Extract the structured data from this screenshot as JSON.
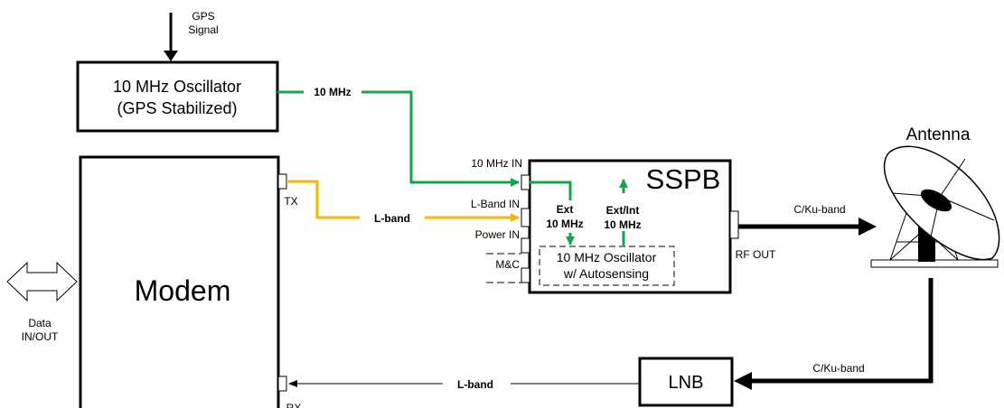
{
  "gps": {
    "label_line1": "GPS",
    "label_line2": "Signal"
  },
  "ref_osc": {
    "line1": "10 MHz Oscillator",
    "line2": "(GPS Stabilized)"
  },
  "ref_link": {
    "label": "10 MHz"
  },
  "modem": {
    "title": "Modem",
    "tx_label": "TX",
    "rx_label": "RX"
  },
  "data_io": {
    "line1": "Data",
    "line2": "IN/OUT"
  },
  "tx_link": {
    "label": "L-band"
  },
  "rx_link": {
    "label": "L-band"
  },
  "sspb": {
    "title": "SSPB",
    "ports": {
      "ref_in": "10 MHz IN",
      "lband_in": "L-Band IN",
      "power_in": "Power IN",
      "mc": "M&C",
      "rf_out": "RF OUT"
    },
    "ext_line1": "Ext",
    "ext_line2": "10 MHz",
    "extint_line1": "Ext/Int",
    "extint_line2": "10 MHz",
    "internal_osc_line1": "10 MHz Oscillator",
    "internal_osc_line2": "w/ Autosensing"
  },
  "antenna": {
    "label": "Antenna"
  },
  "uplink": {
    "label": "C/Ku-band"
  },
  "downlink": {
    "label": "C/Ku-band"
  },
  "lnb": {
    "label": "LNB"
  },
  "colors": {
    "ref_green": "#12a54a",
    "lband_yellow": "#f5b800",
    "line_black": "#000000"
  }
}
